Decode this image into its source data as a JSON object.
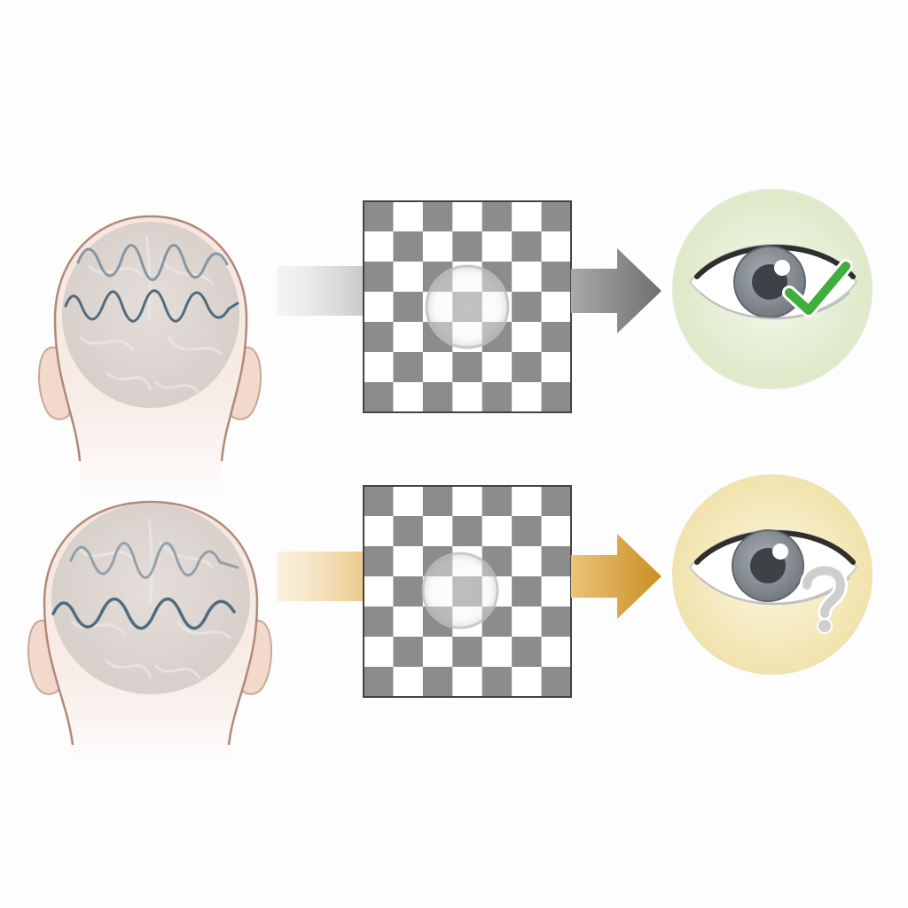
{
  "diagram": {
    "rows": [
      {
        "id": "top",
        "brain_wave_count": 2,
        "wave_color": "#5c7b8f",
        "arrow_color": "#7a7a7a",
        "outcome": "perceived",
        "outcome_icon": "check-icon",
        "outcome_bg": "#eaf2da",
        "mark_color": "#3fae3a"
      },
      {
        "id": "bottom",
        "brain_wave_count": 2,
        "wave_color": "#4f6b7e",
        "arrow_color": "#d29a2c",
        "outcome": "uncertain",
        "outcome_icon": "question-mark-icon",
        "outcome_bg": "#f8f0cc",
        "mark_color": "#cfcfcf"
      }
    ],
    "checkerboard": {
      "grid_size": 7,
      "dark_color": "#8c8c8c",
      "light_color": "#ffffff",
      "target": "faint-circle"
    },
    "colors": {
      "skin": "#f3ddd2",
      "skin_outline": "#b08a7a",
      "brain": "#d9d3cf",
      "iris": "#8c9499",
      "pupil": "#3c4246"
    }
  }
}
